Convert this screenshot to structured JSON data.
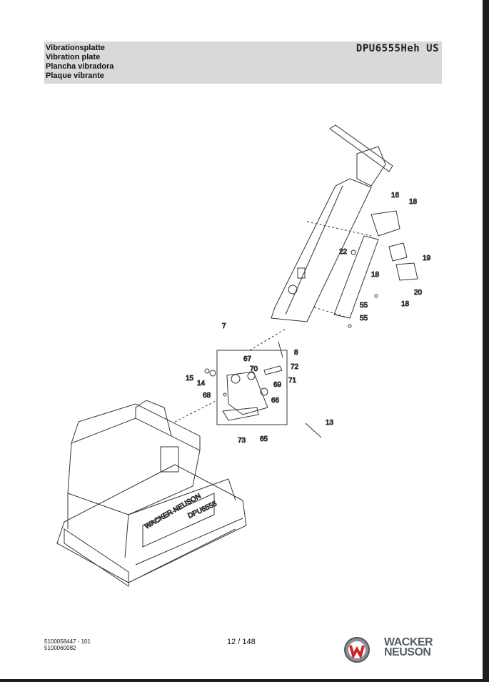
{
  "header": {
    "titles": [
      "Vibrationsplatte",
      "Vibration plate",
      "Plancha vibradora",
      "Plaque vibrante"
    ],
    "model": "DPU6555Heh US"
  },
  "diagram": {
    "callouts": [
      "16",
      "18",
      "22",
      "19",
      "18",
      "20",
      "18",
      "55",
      "55",
      "7",
      "8",
      "67",
      "70",
      "72",
      "15",
      "14",
      "69",
      "71",
      "68",
      "66",
      "13",
      "73",
      "65"
    ],
    "machine_brand": "WACKER NEUSON",
    "machine_model": "DPU6555"
  },
  "footer": {
    "codes": [
      "5100058447 - 101",
      "5100060082"
    ],
    "page": "12 / 148",
    "brand_line1": "WACKER",
    "brand_line2": "NEUSON"
  }
}
